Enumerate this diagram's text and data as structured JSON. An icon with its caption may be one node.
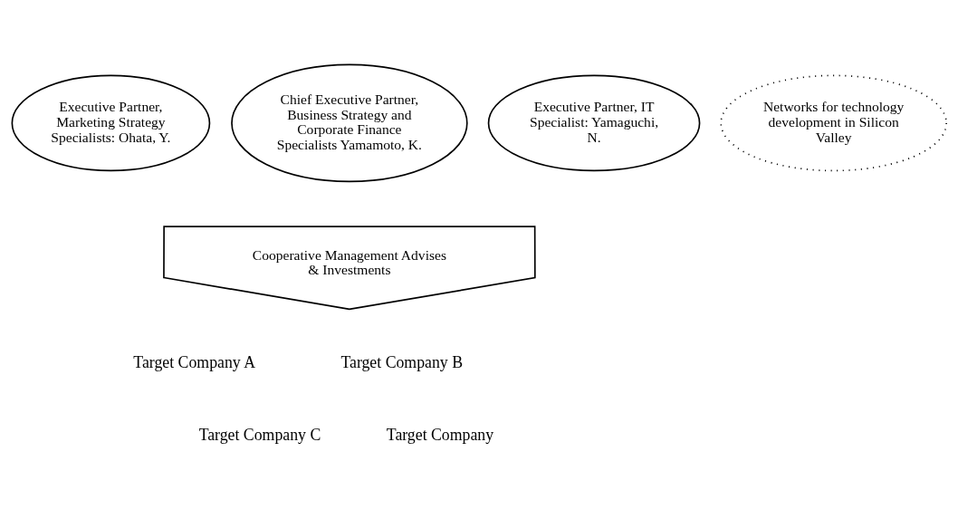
{
  "diagram": {
    "nodes": [
      {
        "text": [
          "Executive Partner, Marketing Strategy Specialists: Ohata, Y."
        ]
      },
      {
        "text": [
          "Chief Executive Partner, Business Strategy and Corporate Finance Specialists Yamamoto, K."
        ]
      },
      {
        "text": [
          "Networks for technology development in Silicon Valley"
        ]
      },
      {
        "text": [
          "Executive Partner, IT Specialist: Yamaguchi, N."
        ]
      },
      {
        "text": [
          "Cooperative Management Advises & Investments"
        ]
      }
    ],
    "labels": [
      "Target Company A",
      "Target Company B",
      "Target Company C",
      "Target Company"
    ]
  }
}
